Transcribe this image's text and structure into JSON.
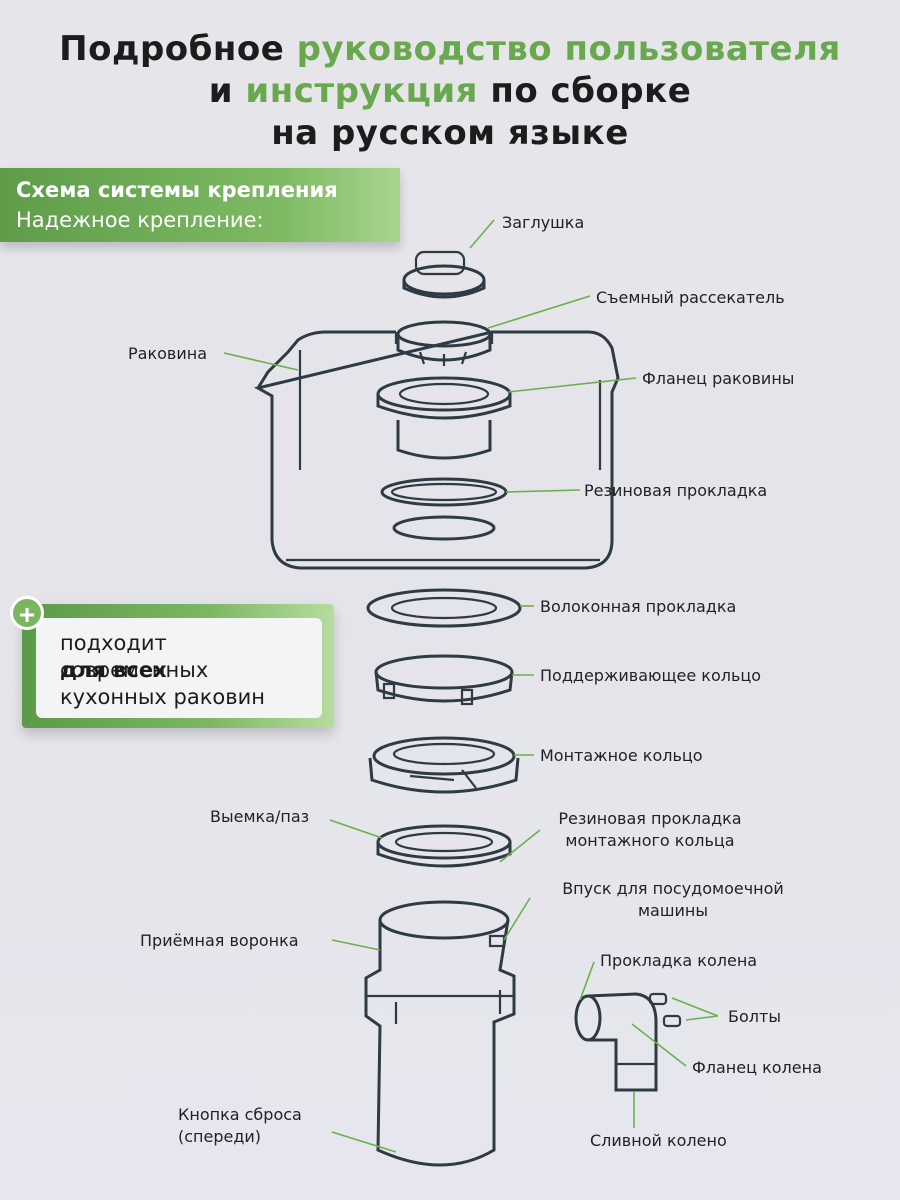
{
  "title": {
    "line1_a": "Подробное ",
    "line1_b": "руководство пользователя",
    "line2_a": "и ",
    "line2_b": "инструкция",
    "line2_c": " по сборке",
    "line3": "на русском языке"
  },
  "badge": {
    "heading": "Схема системы крепления",
    "subheading": "Надежное крепление:"
  },
  "card": {
    "line1_a": "подходит ",
    "line1_b": "для всех",
    "line2": "современных",
    "line3": "кухонных раковин"
  },
  "labels": {
    "plug": "Заглушка",
    "splash": "Съемный рассекатель",
    "sink": "Раковина",
    "flange": "Фланец раковины",
    "rubber": "Резиновая прокладка",
    "fiber": "Волоконная прокладка",
    "support": "Поддерживающее кольцо",
    "mount": "Монтажное кольцо",
    "groove": "Выемка/паз",
    "mount_gasket_1": "Резиновая прокладка",
    "mount_gasket_2": "монтажного кольца",
    "dish_1": "Впуск для посудомоечной",
    "dish_2": "машины",
    "funnel": "Приёмная воронка",
    "elbow_gasket": "Прокладка колена",
    "bolts": "Болты",
    "elbow_flange": "Фланец колена",
    "reset_1": "Кнопка сброса",
    "reset_2": "(спереди)",
    "drain": "Сливной колено"
  },
  "colors": {
    "accent": "#6aa84f",
    "leader": "#6ab04c",
    "outline": "#2e3a44"
  }
}
